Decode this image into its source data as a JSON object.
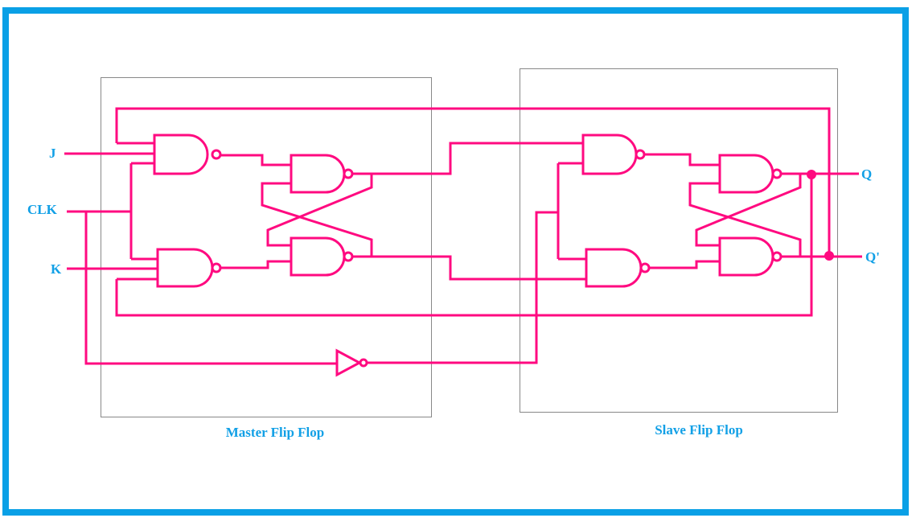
{
  "colors": {
    "frame": "#0aa0e6",
    "wire": "#ff0a80",
    "label": "#12a0e6",
    "box": "#888888"
  },
  "inputs": {
    "j": "J",
    "clk": "CLK",
    "k": "K"
  },
  "outputs": {
    "q": "Q",
    "q_bar": "Q'"
  },
  "blocks": {
    "master": "Master Flip Flop",
    "slave": "Slave Flip Flop"
  }
}
